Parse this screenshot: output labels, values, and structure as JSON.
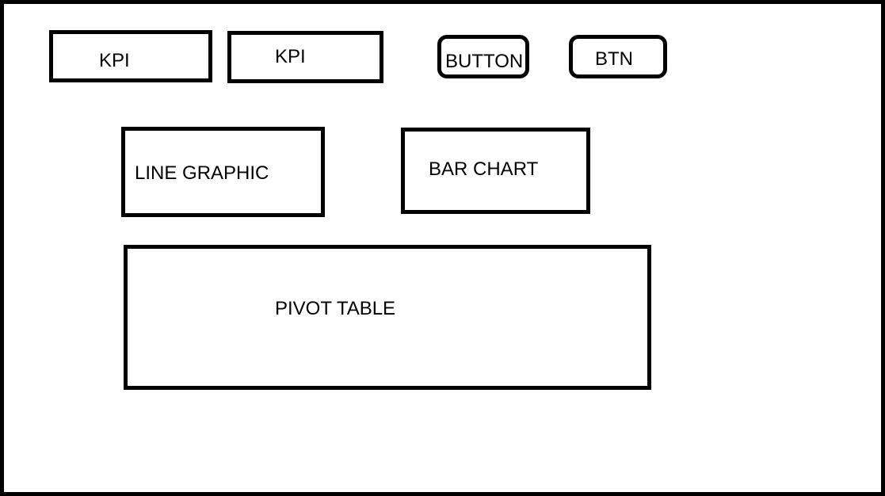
{
  "kpis": [
    {
      "label": "KPI"
    },
    {
      "label": "KPI"
    }
  ],
  "buttons": [
    {
      "label": "BUTTON"
    },
    {
      "label": "BTN"
    }
  ],
  "charts": {
    "line": {
      "label": "LINE GRAPHIC"
    },
    "bar": {
      "label": "BAR CHART"
    }
  },
  "pivot": {
    "label": "PIVOT TABLE"
  }
}
